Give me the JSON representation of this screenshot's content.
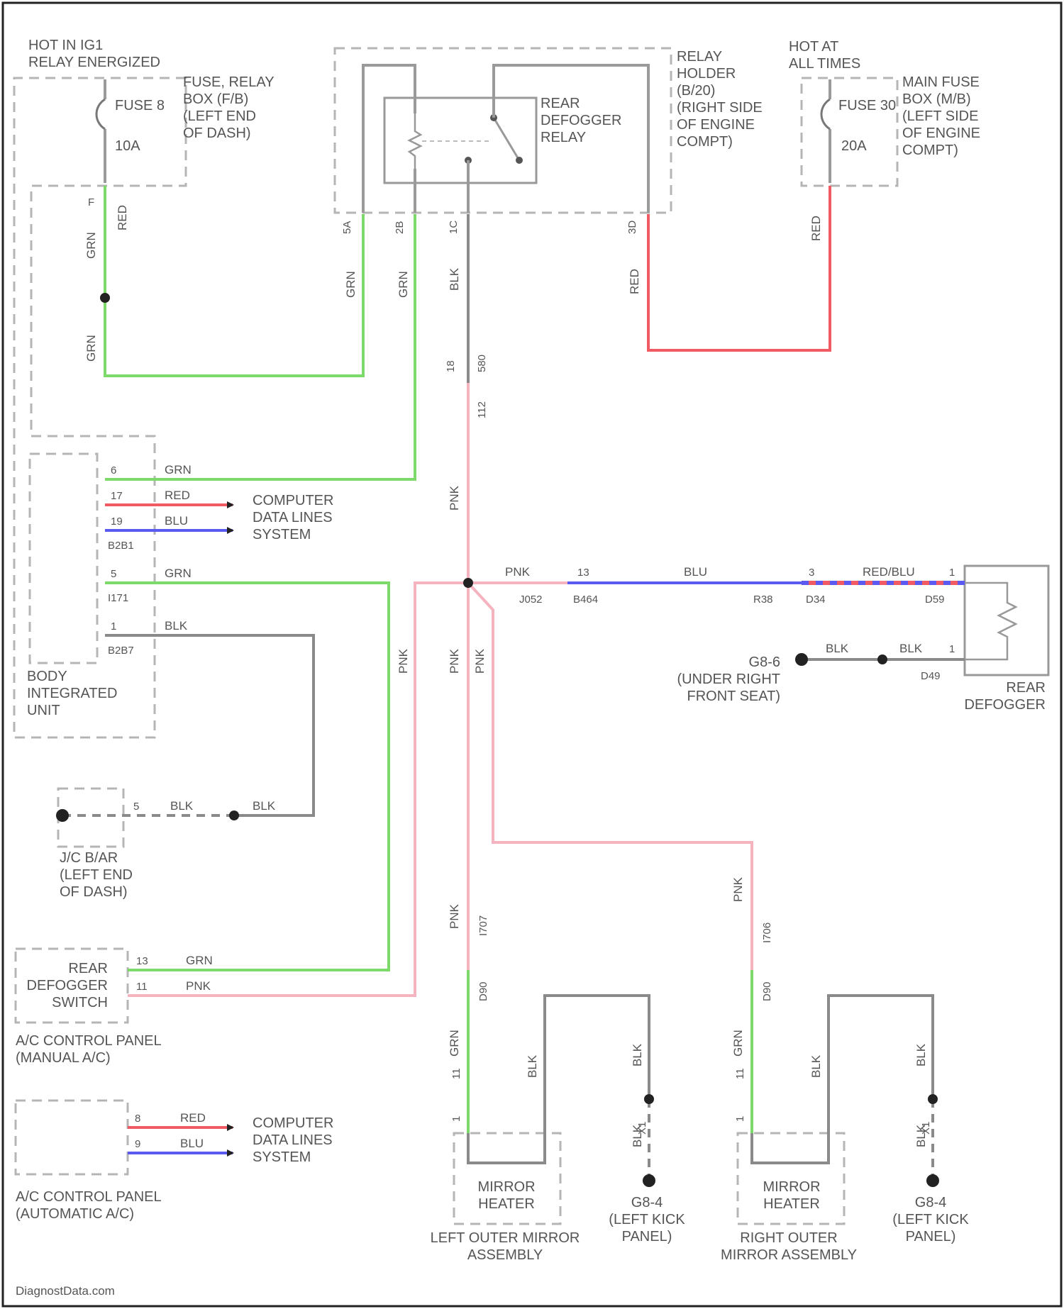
{
  "labels": {
    "hot_relay": "HOT IN IG1 / RELAY ENERGIZED",
    "fuse_relay_box": "FUSE, RELAY / BOX (F/B) / (LEFT END / OF DASH)",
    "fuse8": "FUSE 8",
    "fuse8_amp": "10A",
    "relay_holder": "RELAY / HOLDER / (B/20) / (RIGHT SIDE / OF ENGINE / COMPT)",
    "rear_defogger_relay": "REAR / DEFOGGER / RELAY",
    "hot_all_times": "HOT AT / ALL TIMES",
    "main_fuse_box": "MAIN FUSE / BOX (M/B) / (LEFT SIDE / OF ENGINE / COMPT)",
    "fuse30": "FUSE 30",
    "fuse30_amp": "20A",
    "computer_data_1": "COMPUTER / DATA LINES / SYSTEM",
    "computer_data_2": "COMPUTER / DATA LINES / SYSTEM",
    "body_integrated_unit": "BODY / INTEGRATED / UNIT",
    "jc_bar": "J/C B/AR / (LEFT END / OF DASH)",
    "rear_defogger_switch": "REAR / DEFOGGER / SWITCH",
    "ac_manual": "A/C CONTROL PANEL / (MANUAL A/C)",
    "ac_automatic": "A/C CONTROL PANEL / (AUTOMATIC A/C)",
    "g6_ground": "G8-6 / (UNDER RIGHT / FRONT SEAT)",
    "rear_defogger": "REAR / DEFOGGER",
    "mirror_heater_left": "MIRROR / HEATER",
    "left_outer_mirror": "LEFT OUTER MIRROR / ASSEMBLY",
    "g4_left_1": "G8-4 / (LEFT KICK / PANEL)",
    "mirror_heater_right": "MIRROR / HEATER",
    "right_outer_mirror": "RIGHT OUTER / MIRROR ASSEMBLY",
    "g4_left_2": "G8-4 / (LEFT KICK / PANEL)",
    "watermark": "DiagnostData.com"
  },
  "pins": {
    "fuse8_term": "F",
    "r_5a": "5A",
    "r_2b": "2B",
    "r_1c": "1C",
    "r_3d": "3D",
    "c_18": "18",
    "c_580": "580",
    "c_112": "112",
    "biu_1": "6",
    "biu_2": "17",
    "biu_3": "19",
    "biu_conn1": "B2B1",
    "biu_4": "5",
    "biu_conn2": "I171",
    "biu_5": "1",
    "biu_conn3": "B2B7",
    "j_052": "J052",
    "p_13": "13",
    "p_b464": "B464",
    "p_r38": "R38",
    "p_3": "3",
    "p_d34": "D34",
    "p_1": "1",
    "p_d59": "D59",
    "p_1b": "1",
    "p_d49": "D49",
    "jc_pin": "5",
    "sw_13": "13",
    "sw_11": "11",
    "ac_8": "8",
    "ac_9": "9",
    "p_707": "I707",
    "p_706": "I706",
    "p_d90a": "D90",
    "p_d90b": "D90",
    "m_11": "11",
    "m_1": "1",
    "m_11b": "11",
    "m_1b": "1",
    "g_x1": "X1",
    "g_x2": "X1"
  },
  "wires": {
    "grn_a": "GRN",
    "grn_b": "GRN",
    "red_f8": "RED",
    "grn_c": "GRN",
    "grn_d": "GRN",
    "blk_r": "BLK",
    "red_r": "RED",
    "red_f30": "RED",
    "pnk_1": "PNK",
    "grn_biu": "GRN",
    "red_biu": "RED",
    "blu_biu": "BLU",
    "grn_biu2": "GRN",
    "blk_biu": "BLK",
    "pnk_j": "PNK",
    "blu_main": "BLU",
    "redblu": "RED/BLU",
    "blk_g6a": "BLK",
    "blk_g6b": "BLK",
    "pnk_2": "PNK",
    "pnk_3": "PNK",
    "pnk_4": "PNK",
    "blk_jc1": "BLK",
    "blk_jc2": "BLK",
    "grn_sw": "GRN",
    "pnk_sw": "PNK",
    "red_ac": "RED",
    "blu_ac": "BLU",
    "pnk_l": "PNK",
    "pnk_r": "PNK",
    "grn_ml": "GRN",
    "blk_ml1": "BLK",
    "blk_ml2": "BLK",
    "blk_ml3": "BLK",
    "grn_mr": "GRN",
    "blk_mr1": "BLK",
    "blk_mr2": "BLK",
    "blk_mr3": "BLK"
  },
  "colors": {
    "green": "#7ed96b",
    "pink": "#f4b3bf",
    "red": "#f05a62",
    "blue": "#5a5af0",
    "black_wire": "#8a8a8a",
    "dash": "#b5b5b5"
  }
}
